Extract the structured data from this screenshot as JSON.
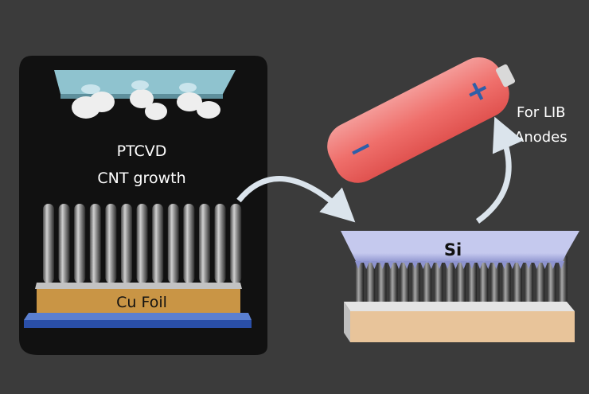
{
  "labels": {
    "process_line1": "PTCVD",
    "process_line2": "CNT growth",
    "substrate": "Cu Foil",
    "coating": "Si",
    "application_line1": "For LIB",
    "application_line2": "Anodes"
  },
  "battery": {
    "positive_symbol": "+",
    "negative_symbol": "−"
  },
  "colors": {
    "background": "#3b3b3b",
    "panel": "#111111",
    "copper": "#c99545",
    "base_blue": "#2a4fa8",
    "battery_red": "#f06b68",
    "terminal_blue": "#2f5fa8",
    "silicon": "#a9aee0",
    "arrow": "#dbe4ec"
  }
}
